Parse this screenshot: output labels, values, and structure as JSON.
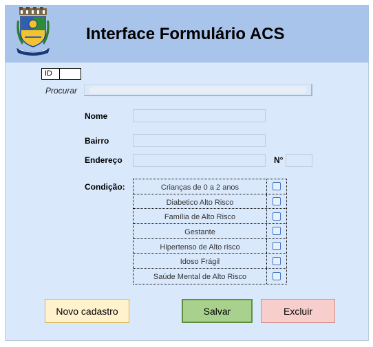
{
  "header": {
    "title": "Interface Formulário ACS"
  },
  "id_field": {
    "label": "ID",
    "value": ""
  },
  "search": {
    "label": "Procurar",
    "value": ""
  },
  "form": {
    "nome_label": "Nome",
    "bairro_label": "Bairro",
    "endereco_label": "Endereço",
    "numero_label": "N°",
    "condicao_label": "Condição:"
  },
  "conditions": [
    {
      "label": "Crianças de 0 a 2 anos",
      "checked": false
    },
    {
      "label": "Diabetico Alto Risco",
      "checked": false
    },
    {
      "label": "Família de Alto Risco",
      "checked": false
    },
    {
      "label": "Gestante",
      "checked": false
    },
    {
      "label": "Hipertenso de Alto risco",
      "checked": false
    },
    {
      "label": "Idoso Frágil",
      "checked": false
    },
    {
      "label": "Saúde Mental de Alto Risco",
      "checked": false
    }
  ],
  "buttons": {
    "novo": "Novo cadastro",
    "salvar": "Salvar",
    "excluir": "Excluir"
  },
  "colors": {
    "background": "#dae8fc",
    "header": "#a9c4eb",
    "novo": "#fff2cc",
    "salvar": "#a9d18e",
    "excluir": "#f8cecc"
  }
}
